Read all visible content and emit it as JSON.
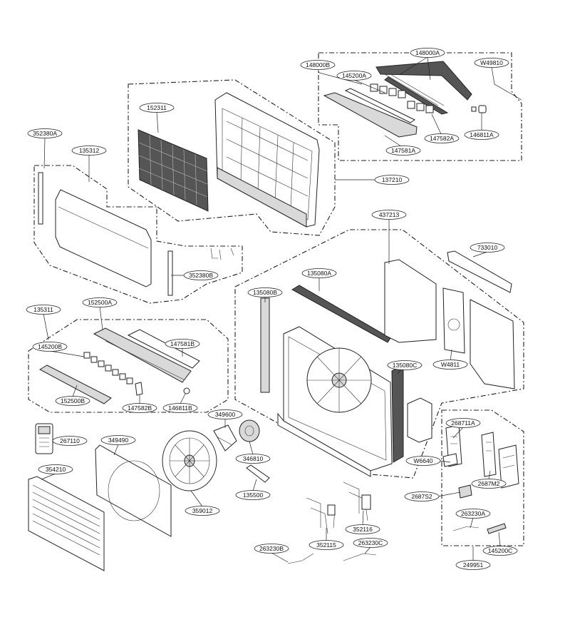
{
  "diagram": {
    "parts": [
      {
        "id": "p-148000A",
        "label": "148000A"
      },
      {
        "id": "p-W49810",
        "label": "W49810"
      },
      {
        "id": "p-148000B",
        "label": "148000B"
      },
      {
        "id": "p-145200A",
        "label": "145200A"
      },
      {
        "id": "p-147582A",
        "label": "147582A"
      },
      {
        "id": "p-146811A",
        "label": "146811A"
      },
      {
        "id": "p-147581A",
        "label": "147581A"
      },
      {
        "id": "p-152311",
        "label": "152311"
      },
      {
        "id": "p-137210",
        "label": "137210"
      },
      {
        "id": "p-352380A",
        "label": "352380A"
      },
      {
        "id": "p-135312",
        "label": "135312"
      },
      {
        "id": "p-352380B",
        "label": "352380B"
      },
      {
        "id": "p-437213",
        "label": "437213"
      },
      {
        "id": "p-733010",
        "label": "733010"
      },
      {
        "id": "p-135080A",
        "label": "135080A"
      },
      {
        "id": "p-135080B",
        "label": "135080B"
      },
      {
        "id": "p-135080C",
        "label": "135080C"
      },
      {
        "id": "p-W4811",
        "label": "W4811"
      },
      {
        "id": "p-135311",
        "label": "135311"
      },
      {
        "id": "p-152500A",
        "label": "152500A"
      },
      {
        "id": "p-147581B",
        "label": "147581B"
      },
      {
        "id": "p-145200B",
        "label": "145200B"
      },
      {
        "id": "p-152500B",
        "label": "152500B"
      },
      {
        "id": "p-147582B",
        "label": "147582B"
      },
      {
        "id": "p-146811B",
        "label": "146811B"
      },
      {
        "id": "p-349600",
        "label": "349600"
      },
      {
        "id": "p-267110",
        "label": "267110"
      },
      {
        "id": "p-349490",
        "label": "349490"
      },
      {
        "id": "p-346810",
        "label": "346810"
      },
      {
        "id": "p-354210",
        "label": "354210"
      },
      {
        "id": "p-359012",
        "label": "359012"
      },
      {
        "id": "p-135500",
        "label": "135500"
      },
      {
        "id": "p-268711A",
        "label": "268711A"
      },
      {
        "id": "p-W6640",
        "label": "W6640"
      },
      {
        "id": "p-2687M2",
        "label": "2687M2"
      },
      {
        "id": "p-2687S2",
        "label": "2687S2"
      },
      {
        "id": "p-263230A",
        "label": "263230A"
      },
      {
        "id": "p-352116",
        "label": "352116"
      },
      {
        "id": "p-352115",
        "label": "352115"
      },
      {
        "id": "p-263230B",
        "label": "263230B"
      },
      {
        "id": "p-263230C",
        "label": "263230C"
      },
      {
        "id": "p-145200C",
        "label": "145200C"
      },
      {
        "id": "p-249951",
        "label": "249951"
      }
    ]
  }
}
